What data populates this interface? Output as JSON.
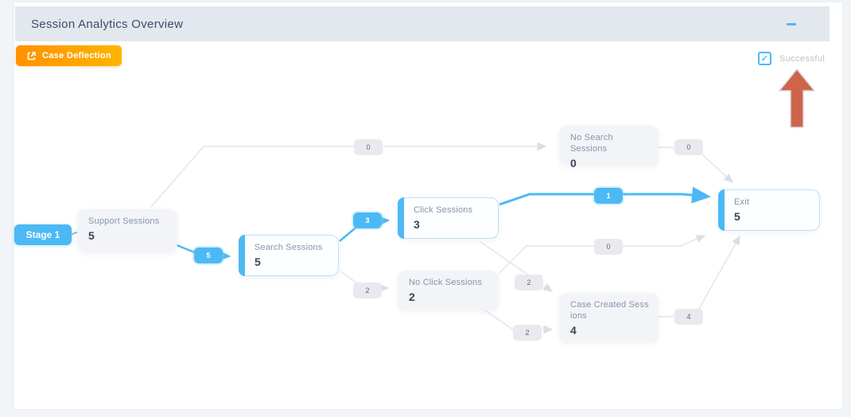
{
  "panel": {
    "title": "Session Analytics Overview",
    "collapse_icon": "minus-icon"
  },
  "toolbar": {
    "case_deflection_label": "Case Deflection",
    "case_deflection_icon": "external-link-icon"
  },
  "legend": {
    "successful_label": "Successful",
    "checked": true,
    "check_icon": "✓"
  },
  "colors": {
    "accent_blue": "#4cb9f5",
    "button_orange_start": "#ff9100",
    "button_orange_end": "#ffb500",
    "arrow_red": "#d0644a",
    "header_bg": "#e3e8ee",
    "gray_edge": "#e2e3ea"
  },
  "flow": {
    "stage_label": "Stage 1",
    "nodes": {
      "support": {
        "label": "Support Sessions",
        "value": "5"
      },
      "search": {
        "label": "Search Sessions",
        "value": "5"
      },
      "click": {
        "label": "Click Sessions",
        "value": "3"
      },
      "no_click": {
        "label": "No Click Sessions",
        "value": "2"
      },
      "no_search": {
        "label": "No Search Sessions",
        "value": "0"
      },
      "case_created": {
        "label": "Case Created Sessions",
        "value": "4"
      },
      "exit": {
        "label": "Exit",
        "value": "5"
      }
    },
    "edges": [
      {
        "from": "support",
        "to": "no_search",
        "value": "0",
        "highlighted": false
      },
      {
        "from": "support",
        "to": "search",
        "value": "5",
        "highlighted": true
      },
      {
        "from": "search",
        "to": "click",
        "value": "3",
        "highlighted": true
      },
      {
        "from": "search",
        "to": "no_click",
        "value": "2",
        "highlighted": false
      },
      {
        "from": "click",
        "to": "exit",
        "value": "1",
        "highlighted": true
      },
      {
        "from": "no_click",
        "to": "exit",
        "value": "0",
        "highlighted": false
      },
      {
        "from": "click",
        "to": "case_created",
        "value": "2",
        "highlighted": false
      },
      {
        "from": "no_click",
        "to": "case_created",
        "value": "2",
        "highlighted": false
      },
      {
        "from": "no_search",
        "to": "exit",
        "value": "0",
        "highlighted": false
      },
      {
        "from": "case_created",
        "to": "exit",
        "value": "4",
        "highlighted": false
      }
    ]
  }
}
